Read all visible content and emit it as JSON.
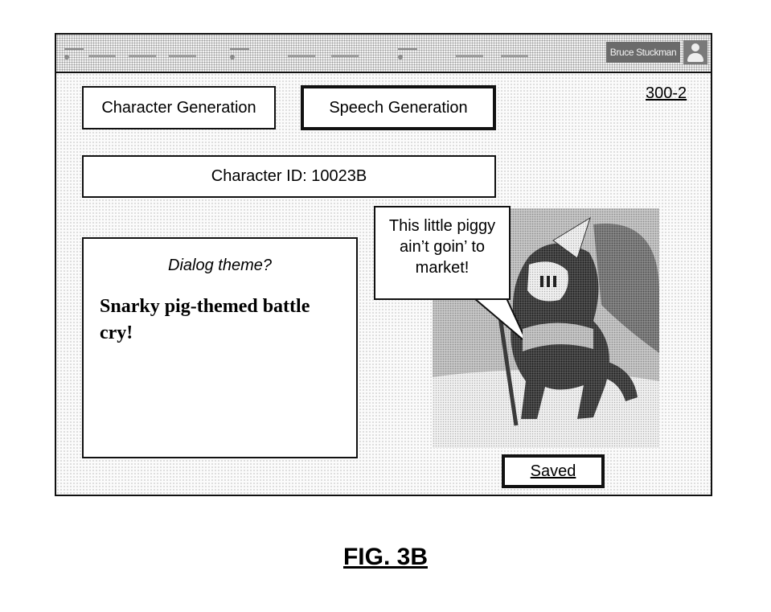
{
  "header": {
    "user_name": "Bruce Stuckman"
  },
  "reference_number": "300-2",
  "tabs": [
    {
      "label": "Character Generation",
      "active": false
    },
    {
      "label": "Speech Generation",
      "active": true
    }
  ],
  "character_id_label": "Character ID: 10023B",
  "dialog": {
    "label": "Dialog theme?",
    "text": "Snarky pig-themed battle cry!"
  },
  "speech_bubble": {
    "lines": [
      "This little piggy",
      "ain’t goin’ to",
      "market!"
    ]
  },
  "saved_label": "Saved",
  "figure_label": "FIG. 3B",
  "icons": {
    "menu": "menu-group-icon",
    "user": "user-avatar-icon"
  },
  "colors": {
    "border": "#111111",
    "titlebar": "#f2f2f2",
    "user_pill": "#6b6b6b"
  }
}
